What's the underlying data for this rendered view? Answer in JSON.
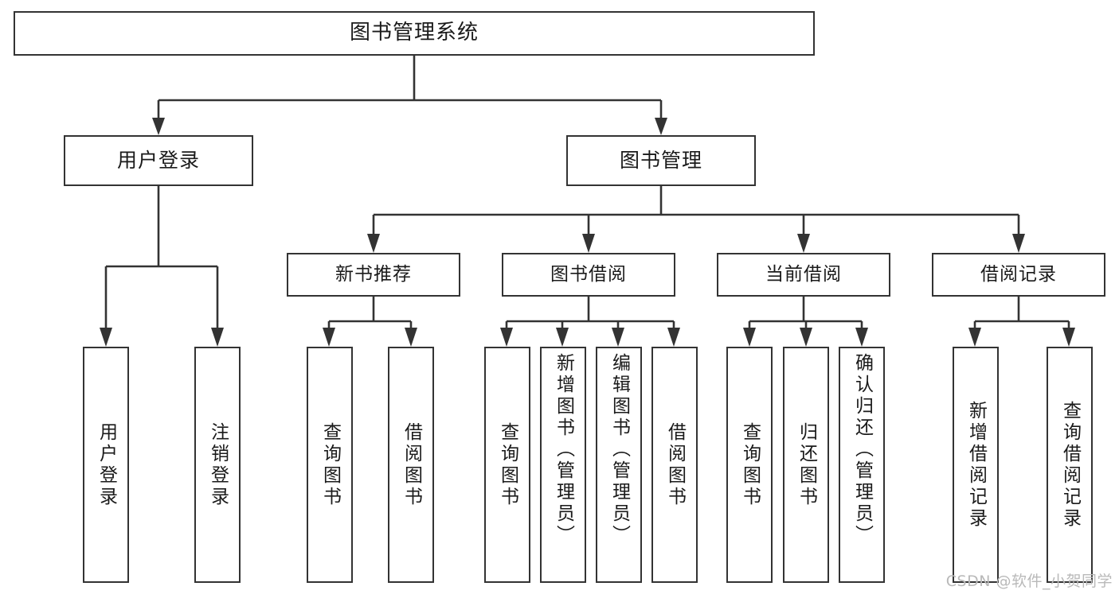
{
  "diagram": {
    "title": "图书管理系统",
    "type": "tree",
    "watermark": "CSDN @软件_小贺同学",
    "colors": {
      "background": "#ffffff",
      "stroke": "#333333",
      "text": "#1a1a1a",
      "watermark": "#b9b9b9"
    },
    "nodes": {
      "root": "图书管理系统",
      "tier2": [
        "用户登录",
        "图书管理"
      ],
      "tier3": [
        "新书推荐",
        "图书借阅",
        "当前借阅",
        "借阅记录"
      ],
      "leaves": {
        "user_login": [
          "用户登录",
          "注销登录"
        ],
        "new_book_recommend": [
          "查询图书",
          "借阅图书"
        ],
        "book_borrow": [
          "查询图书",
          "新增图书（管理员）",
          "编辑图书（管理员）",
          "借阅图书"
        ],
        "current_borrow": [
          "查询图书",
          "归还图书",
          "确认归还（管理员）"
        ],
        "borrow_record": [
          "新增借阅记录",
          "查询借阅记录"
        ]
      }
    },
    "edges": [
      {
        "from": "图书管理系统",
        "to": "用户登录"
      },
      {
        "from": "图书管理系统",
        "to": "图书管理"
      },
      {
        "from": "图书管理",
        "to": "新书推荐"
      },
      {
        "from": "图书管理",
        "to": "图书借阅"
      },
      {
        "from": "图书管理",
        "to": "当前借阅"
      },
      {
        "from": "图书管理",
        "to": "借阅记录"
      },
      {
        "from": "用户登录",
        "to": "用户登录"
      },
      {
        "from": "用户登录",
        "to": "注销登录"
      },
      {
        "from": "新书推荐",
        "to": "查询图书"
      },
      {
        "from": "新书推荐",
        "to": "借阅图书"
      },
      {
        "from": "图书借阅",
        "to": "查询图书"
      },
      {
        "from": "图书借阅",
        "to": "新增图书（管理员）"
      },
      {
        "from": "图书借阅",
        "to": "编辑图书（管理员）"
      },
      {
        "from": "图书借阅",
        "to": "借阅图书"
      },
      {
        "from": "当前借阅",
        "to": "查询图书"
      },
      {
        "from": "当前借阅",
        "to": "归还图书"
      },
      {
        "from": "当前借阅",
        "to": "确认归还（管理员）"
      },
      {
        "from": "借阅记录",
        "to": "新增借阅记录"
      },
      {
        "from": "借阅记录",
        "to": "查询借阅记录"
      }
    ]
  }
}
